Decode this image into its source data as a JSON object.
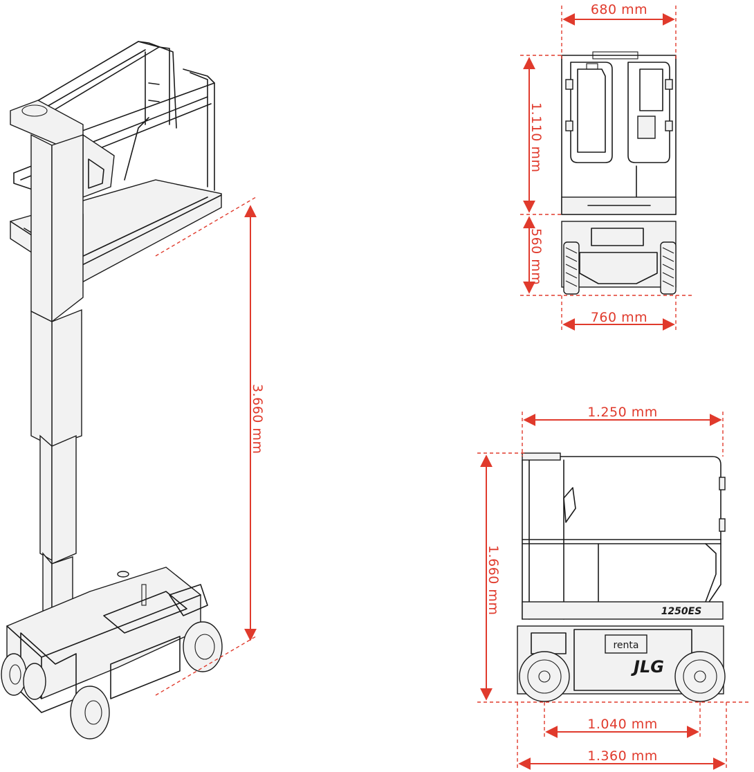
{
  "dimensions": {
    "width_front_top": "680 mm",
    "platform_height_front": "1.110 mm",
    "base_height_front": "560 mm",
    "width_front_bottom": "760 mm",
    "total_height_iso": "3.660 mm",
    "platform_length_side": "1.250 mm",
    "height_side": "1.660 mm",
    "wheelbase_side": "1.040 mm",
    "overall_length_side": "1.360 mm"
  },
  "labels": {
    "model": "1250ES",
    "rental_badge": "renta",
    "brand_logo": "JLG"
  },
  "colors": {
    "dimension": "#e03a2c",
    "line": "#1a1a1a",
    "background": "#ffffff"
  }
}
